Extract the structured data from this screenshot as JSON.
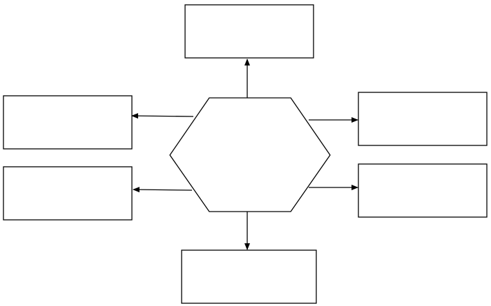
{
  "diagram": {
    "type": "hexagon-hub-with-six-boxes",
    "center_shape": "hexagon",
    "satellite_count": 6,
    "satellites": [
      "top",
      "upper-left",
      "lower-left",
      "upper-right",
      "lower-right",
      "bottom"
    ],
    "connector": "arrow-from-hub-to-box",
    "labels": [],
    "stroke_color": "#000000",
    "fill_color": "#ffffff"
  }
}
